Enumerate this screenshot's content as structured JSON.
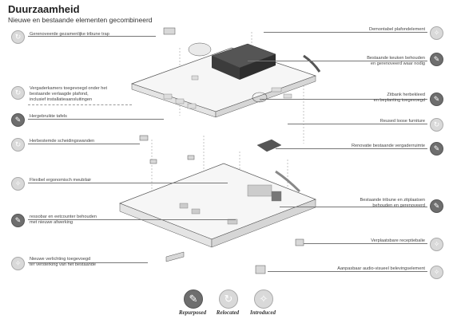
{
  "header": {
    "title": "Duurzaamheid",
    "subtitle": "Nieuwe en bestaande elementen gecombineerd"
  },
  "left_callouts": [
    {
      "text": "Gerenoveerde gezamenlijke tribune trap",
      "icon": "relocated-icon",
      "type": "relocated"
    },
    {
      "text": "Vergaderkamers toegevoegd onder het\nbestaande verlaagde plafond,\ninclusief installatieaansluitingen",
      "icon": "relocated-icon",
      "type": "relocated"
    },
    {
      "text": "Hergebruikte tafels",
      "icon": "wrench-icon",
      "type": "repurposed"
    },
    {
      "text": "Herbestemde scheidingswanden",
      "icon": "relocated-icon",
      "type": "relocated"
    },
    {
      "text": "Flexibel ergonomisch meubilair",
      "icon": "introduced-icon",
      "type": "introduced"
    },
    {
      "text": "ressobar en eetcounter behouden\nmet nieuwe afwerking",
      "icon": "wrench-icon",
      "type": "repurposed"
    },
    {
      "text": "Nieuwe verlichting toegevoegd\nter versterking van het bestaande",
      "icon": "introduced-icon",
      "type": "introduced"
    }
  ],
  "right_callouts": [
    {
      "text": "Demontabel plafondelement",
      "icon": "introduced-icon",
      "type": "introduced"
    },
    {
      "text": "Bestaande keuken behouden\nen gerenoveerd waar nodig",
      "icon": "wrench-icon",
      "type": "repurposed"
    },
    {
      "text": "Zitbank herbekleed\nen beplanting toegevoegd",
      "icon": "wrench-icon",
      "type": "repurposed"
    },
    {
      "text": "Reused loose furniture",
      "icon": "relocated-icon",
      "type": "relocated"
    },
    {
      "text": "Renovatie bestaande vergaderruimte",
      "icon": "wrench-icon",
      "type": "repurposed"
    },
    {
      "text": "Bestaande tribune en zitplaatsen\nbehouden en gerenoveerd",
      "icon": "wrench-icon",
      "type": "repurposed"
    },
    {
      "text": "Verplaatsbare receptiebalie",
      "icon": "introduced-icon",
      "type": "introduced"
    },
    {
      "text": "Aanpasbaar audio-visueel belevingselement",
      "icon": "introduced-icon",
      "type": "introduced"
    }
  ],
  "legend": [
    {
      "label": "Repurposed",
      "icon": "wrench-icon",
      "type": "repurposed"
    },
    {
      "label": "Relocated",
      "icon": "relocated-icon",
      "type": "relocated"
    },
    {
      "label": "Introduced",
      "icon": "introduced-icon",
      "type": "introduced"
    }
  ],
  "colors": {
    "repurposed": "#6e6e6e",
    "other": "#d9d9d9",
    "dark_block": "#444444",
    "line": "#777777"
  }
}
